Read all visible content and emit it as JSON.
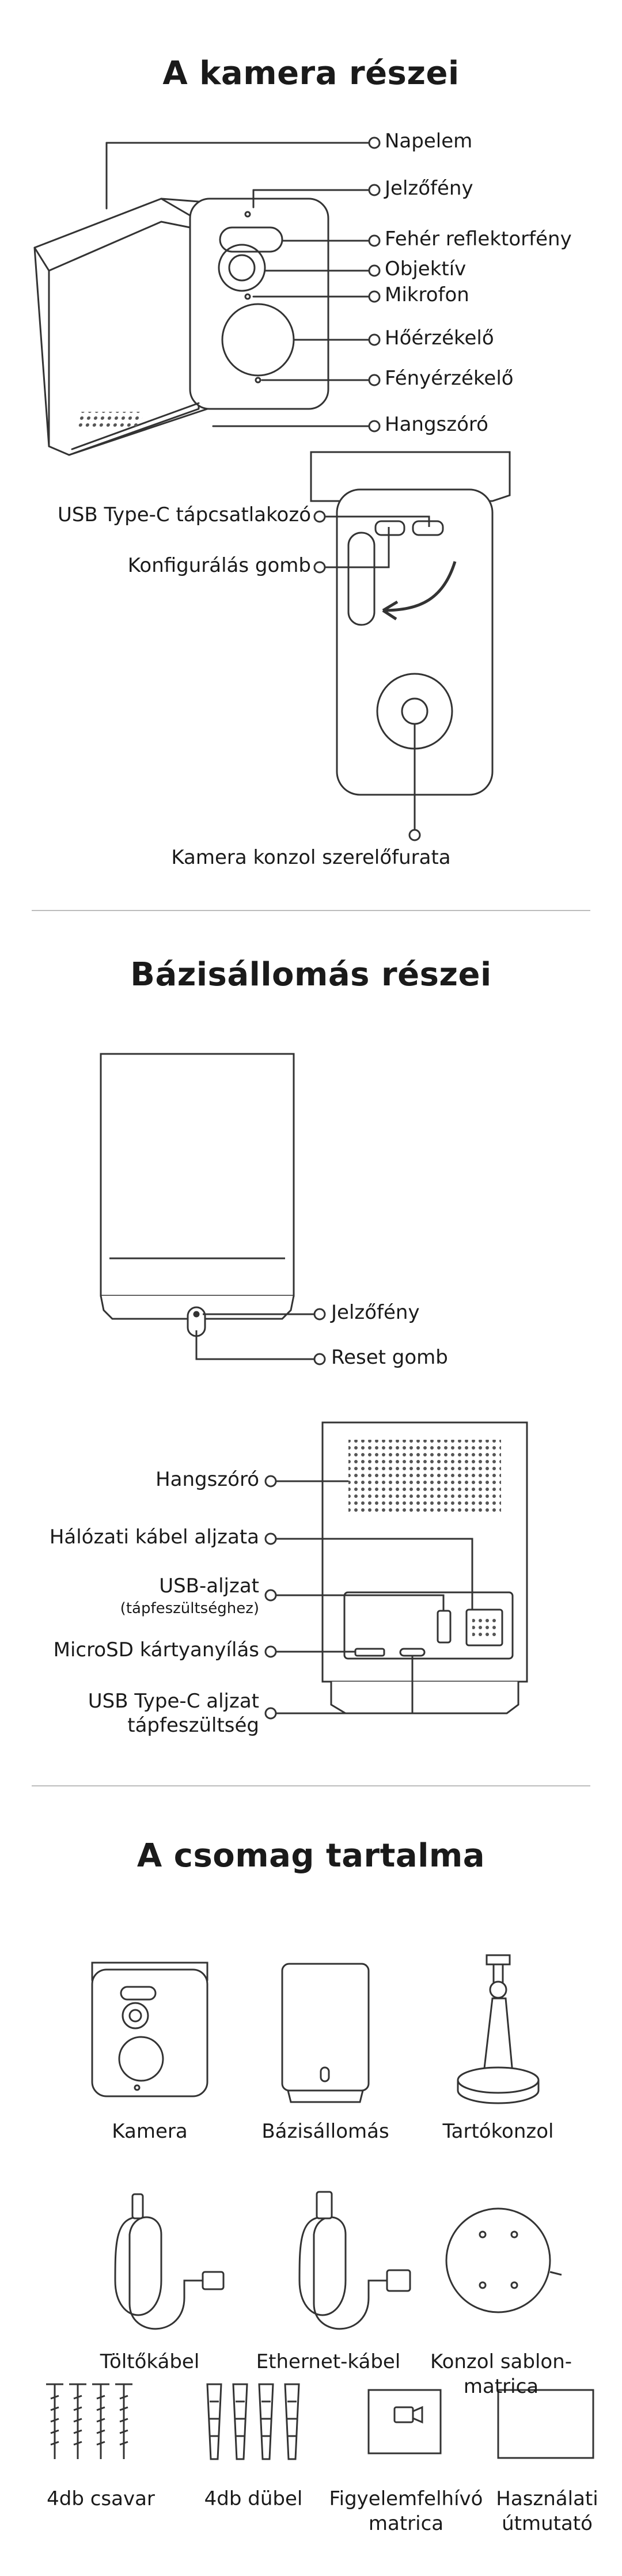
{
  "camera_section": {
    "title": "A kamera részei",
    "labels": {
      "solar_panel": "Napelem",
      "indicator": "Jelzőfény",
      "spotlight": "Fehér reflektorfény",
      "lens": "Objektív",
      "microphone": "Mikrofon",
      "heat_sensor": "Hőérzékelő",
      "light_sensor": "Fényérzékelő",
      "speaker": "Hangszóró",
      "usb_c_port": "USB Type-C tápcsatlakozó",
      "config_button": "Konfigurálás gomb",
      "mount_hole": "Kamera konzol szerelőfurata"
    }
  },
  "base_section": {
    "title": "Bázisállomás részei",
    "labels": {
      "indicator": "Jelzőfény",
      "reset": "Reset gomb",
      "speaker": "Hangszóró",
      "network_port": "Hálózati kábel aljzata",
      "usb_port": "USB-aljzat",
      "usb_port_note": "(tápfeszültséghez)",
      "microsd": "MicroSD kártyanyílás",
      "usb_c_line1": "USB Type-C aljzat",
      "usb_c_line2": "tápfeszültség"
    }
  },
  "package_section": {
    "title": "A csomag tartalma",
    "items": {
      "camera": "Kamera",
      "base": "Bázisállomás",
      "bracket": "Tartókonzol",
      "charging_cable": "Töltőkábel",
      "ethernet_cable": "Ethernet-kábel",
      "template_line1": "Konzol sablon-",
      "template_line2": "matrica",
      "screws": "4db csavar",
      "anchors": "4db dübel",
      "warning_line1": "Figyelemfelhívó",
      "warning_line2": "matrica",
      "manual_line1": "Használati",
      "manual_line2": "útmutató"
    }
  },
  "colors": {
    "line": "#333333",
    "divider": "#bdbdbd",
    "text": "#1a1a1a"
  }
}
